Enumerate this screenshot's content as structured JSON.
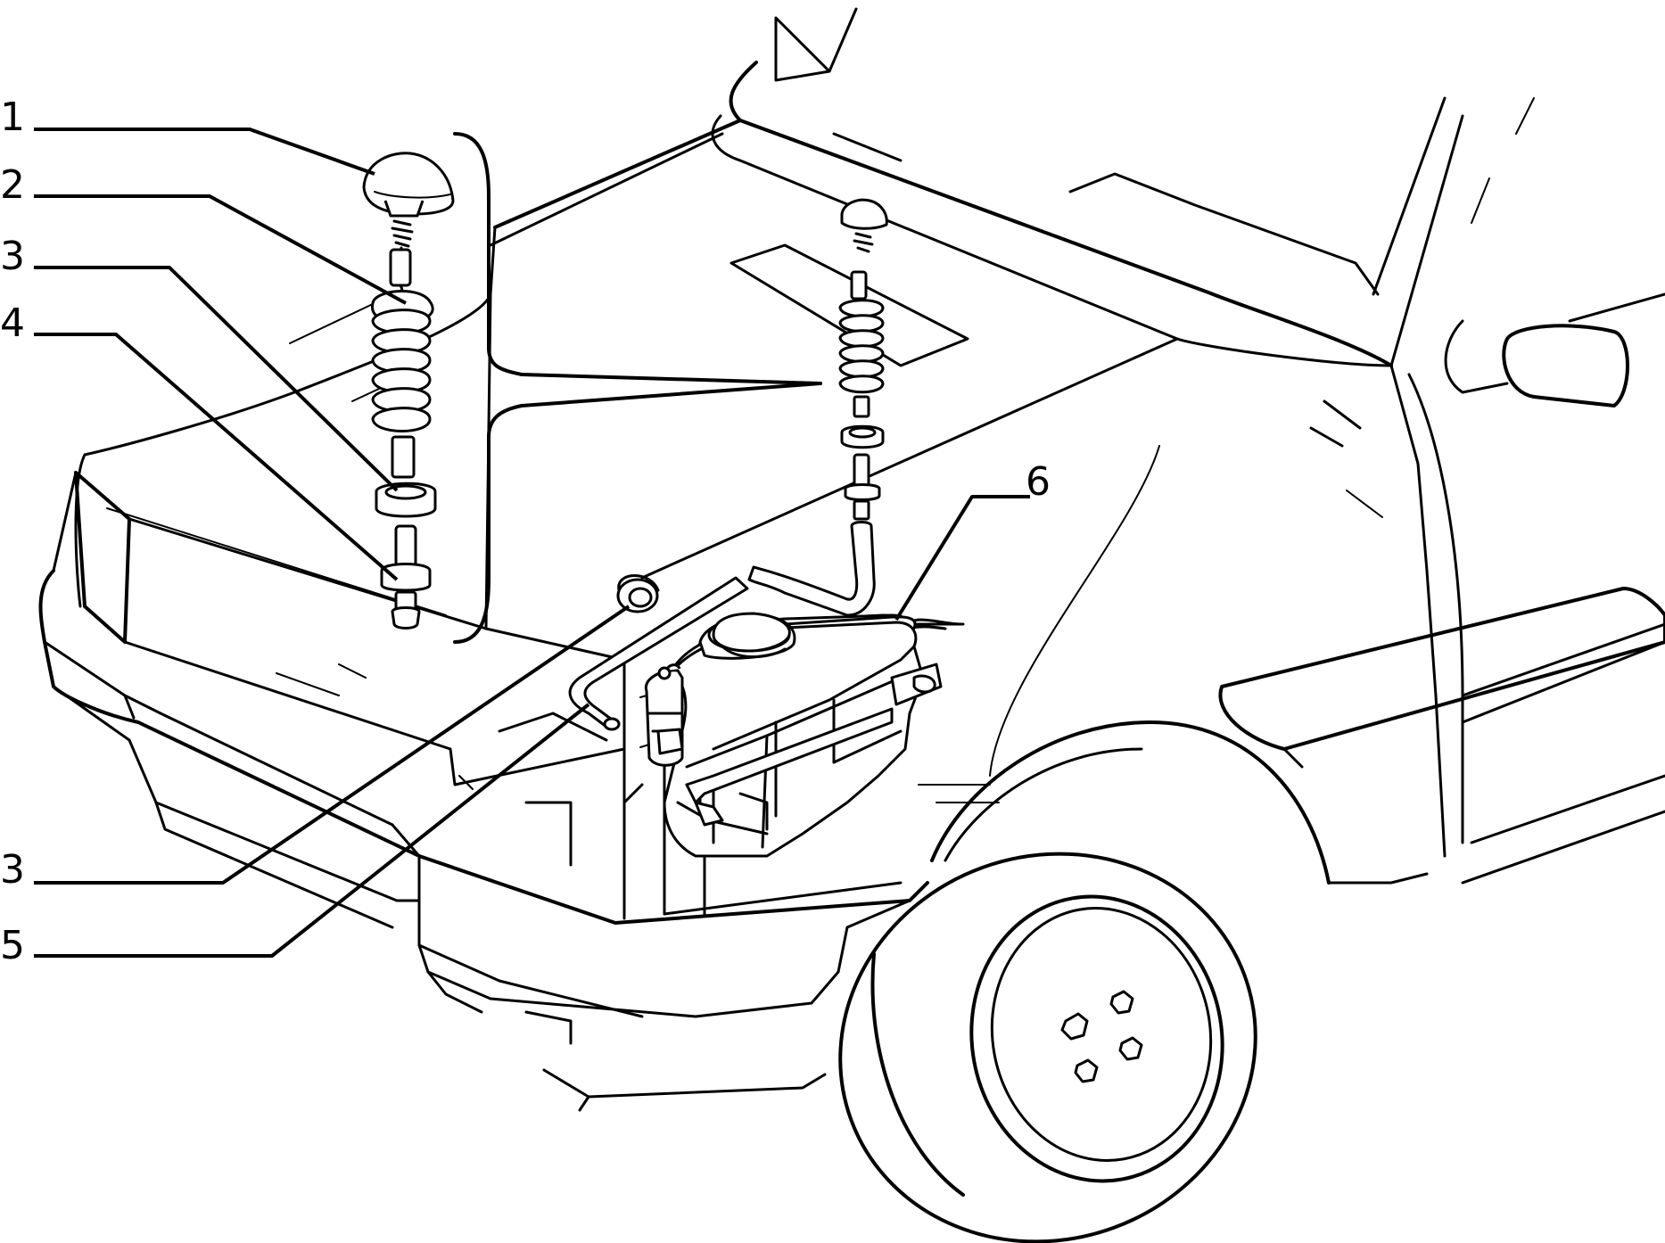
{
  "callouts": [
    {
      "label": "1",
      "part": "washer-nozzle"
    },
    {
      "label": "2",
      "part": "hose-spring"
    },
    {
      "label": "3",
      "part": "grommet"
    },
    {
      "label": "4",
      "part": "hose-connector"
    },
    {
      "label": "3",
      "part": "grommet"
    },
    {
      "label": "5",
      "part": "washer-hose"
    },
    {
      "label": "6",
      "part": "washer-reservoir"
    }
  ]
}
